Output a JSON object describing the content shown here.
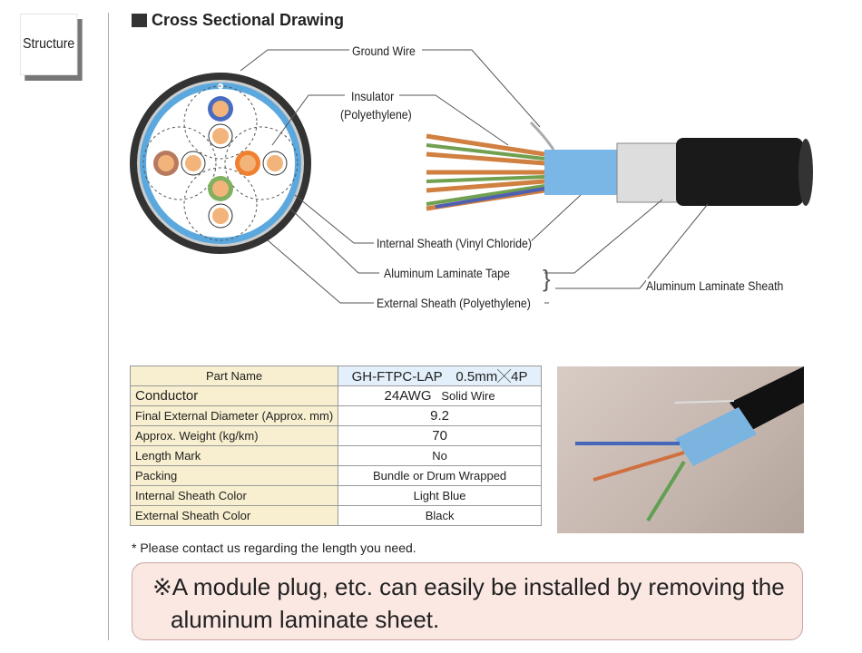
{
  "sidebar": {
    "section_label": "Structure"
  },
  "drawing": {
    "title": "Cross Sectional Drawing",
    "labels": {
      "ground_wire": "Ground Wire",
      "insulator": "Insulator",
      "insulator_material": "(Polyethylene)",
      "internal_sheath": "Internal Sheath (Vinyl Chloride)",
      "al_tape": "Aluminum Laminate Tape",
      "external_sheath": "External Sheath (Polyethylene)",
      "al_sheath": "Aluminum Laminate Sheath"
    }
  },
  "spec_table": {
    "header": {
      "label": "Part Name",
      "value": "GH-FTPC-LAP　0.5mm╳4P"
    },
    "rows": [
      {
        "label": "Conductor",
        "value": "24AWG",
        "extra": "Solid Wire"
      },
      {
        "label": "Final External Diameter (Approx. mm)",
        "value": "9.2"
      },
      {
        "label": "Approx. Weight (kg/km)",
        "value": "70"
      },
      {
        "label": "Length Mark",
        "value": "No"
      },
      {
        "label": "Packing",
        "value": "Bundle or Drum Wrapped"
      },
      {
        "label": "Internal Sheath Color",
        "value": "Light Blue"
      },
      {
        "label": "External Sheath Color",
        "value": "Black"
      }
    ]
  },
  "note": "* Please contact us regarding the length you need.",
  "callout": {
    "line1": "※A module plug, etc. can easily be installed by removing the",
    "line2": "aluminum laminate sheet."
  }
}
